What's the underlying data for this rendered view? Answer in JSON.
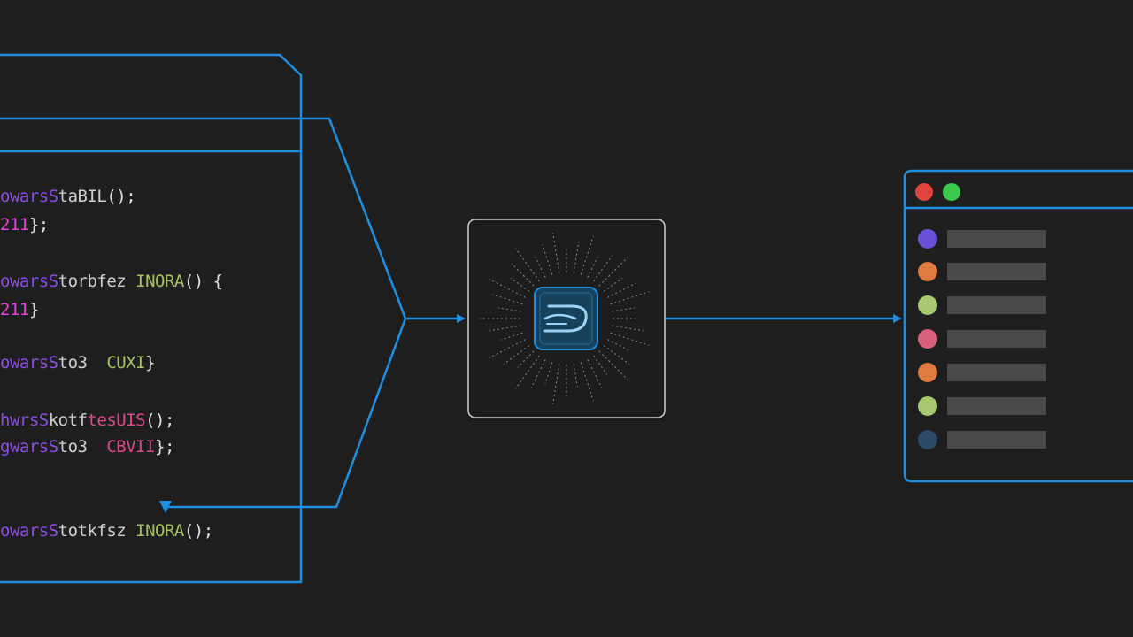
{
  "colors": {
    "background": "#1e1e1e",
    "accent": "#1e8fe0",
    "code_keyword": "#8a4fe0",
    "code_function": "#e0e0e0",
    "code_argument": "#a8c060",
    "code_string": "#d94b8b",
    "window_dot_red": "#e0443a",
    "window_dot_green": "#3ac94a",
    "list_bar": "#4a4a4a"
  },
  "code_panel": {
    "lines": [
      {
        "segments": [
          {
            "text": "owarsS",
            "color": "#8a4fe0"
          },
          {
            "text": "taBIL",
            "color": "#cfcfcf"
          },
          {
            "text": "();",
            "color": "#e0e0e0"
          }
        ]
      },
      {
        "segments": [
          {
            "text": "211",
            "color": "#d94bd0"
          },
          {
            "text": "};",
            "color": "#e0e0e0"
          }
        ]
      },
      {
        "segments": [
          {
            "text": "owarsS",
            "color": "#8a4fe0"
          },
          {
            "text": "torbfez ",
            "color": "#cfcfcf"
          },
          {
            "text": "INORA",
            "color": "#a8c060"
          },
          {
            "text": "() {",
            "color": "#e0e0e0"
          }
        ]
      },
      {
        "segments": [
          {
            "text": "211",
            "color": "#d94bd0"
          },
          {
            "text": "}",
            "color": "#e0e0e0"
          }
        ]
      },
      {
        "segments": [
          {
            "text": "owarsS",
            "color": "#8a4fe0"
          },
          {
            "text": "to3  ",
            "color": "#cfcfcf"
          },
          {
            "text": "CUXI",
            "color": "#a8c060"
          },
          {
            "text": "}",
            "color": "#e0e0e0"
          }
        ]
      },
      {
        "segments": [
          {
            "text": "hwrsS",
            "color": "#8a4fe0"
          },
          {
            "text": "kotf",
            "color": "#cfcfcf"
          },
          {
            "text": "tesUIS",
            "color": "#d94b8b"
          },
          {
            "text": "();",
            "color": "#e0e0e0"
          }
        ]
      },
      {
        "segments": [
          {
            "text": "gwarsS",
            "color": "#8a4fe0"
          },
          {
            "text": "to3  ",
            "color": "#cfcfcf"
          },
          {
            "text": "CBVII",
            "color": "#d94b8b"
          },
          {
            "text": "};",
            "color": "#e0e0e0"
          }
        ]
      },
      {
        "segments": [
          {
            "text": "owarsS",
            "color": "#8a4fe0"
          },
          {
            "text": "totkfsz ",
            "color": "#cfcfcf"
          },
          {
            "text": "INORA",
            "color": "#a8c060"
          },
          {
            "text": "();",
            "color": "#e0e0e0"
          }
        ]
      }
    ]
  },
  "processor": {
    "icon": "chip-icon"
  },
  "output_window": {
    "dots": [
      "#e0443a",
      "#3ac94a"
    ],
    "items": [
      {
        "color": "#6a4fd8"
      },
      {
        "color": "#e07a40"
      },
      {
        "color": "#a8c870"
      },
      {
        "color": "#d9607a"
      },
      {
        "color": "#e07a40"
      },
      {
        "color": "#a8c870"
      },
      {
        "color": "#2e4a68"
      }
    ]
  }
}
